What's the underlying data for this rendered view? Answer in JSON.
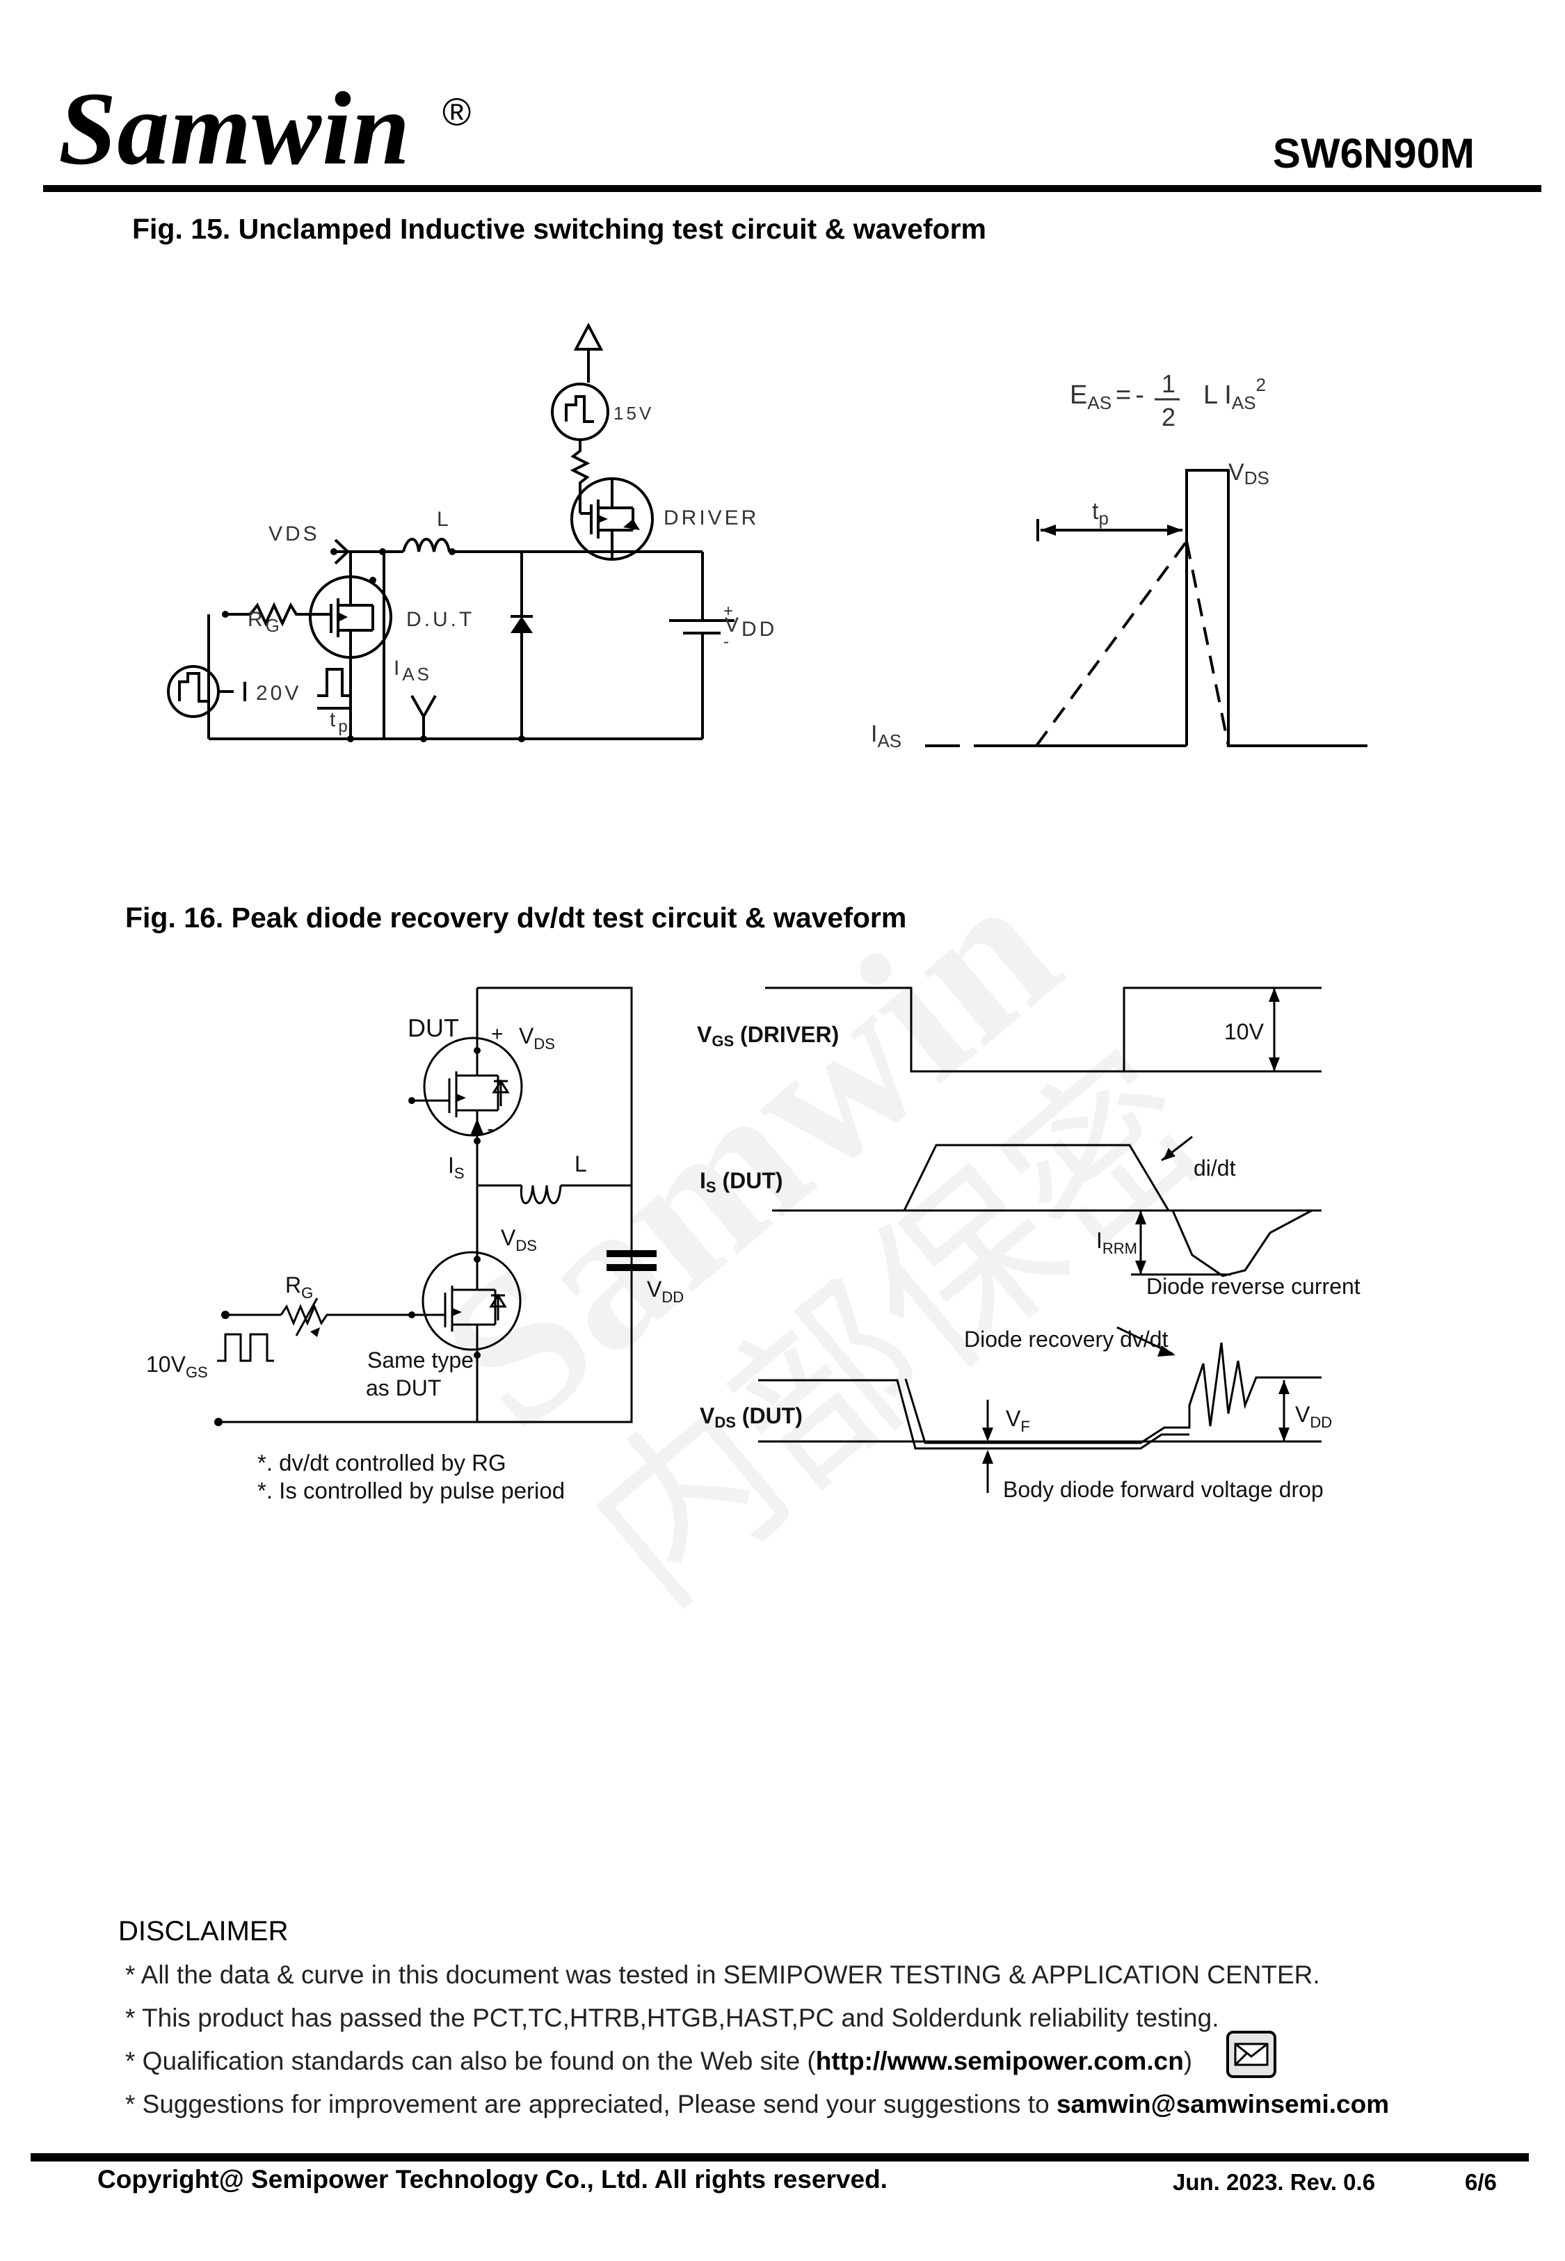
{
  "header": {
    "brand": "Samwin",
    "brand_mark": "®",
    "part_number": "SW6N90M"
  },
  "fig15": {
    "title": "Fig. 15. Unclamped Inductive switching test circuit & waveform",
    "labels": {
      "vds": "V",
      "vds_sub": "DS",
      "l": "L",
      "rg": "R",
      "rg_sub": "G",
      "dut": "D.U.T",
      "ias": "I",
      "ias_sub": "AS",
      "v20": "20V",
      "tp": "t",
      "tp_sub": "p",
      "v15": "15V",
      "driver": "DRIVER",
      "vdd": "V",
      "vdd_sub": "DD",
      "plus": "+",
      "minus": "-"
    },
    "waveform": {
      "eas_e": "E",
      "eas_sub": "AS",
      "eas_eq": "=",
      "eas_minus": "-",
      "eas_num": "1",
      "eas_den": "2",
      "eas_l": "L I",
      "eas_sq": "2",
      "vds": "V",
      "vds_sub": "DS",
      "tp": "t",
      "tp_sub": "p",
      "ias": "I",
      "ias_sub": "AS"
    }
  },
  "fig16": {
    "title": "Fig. 16. Peak diode recovery dv/dt test circuit & waveform",
    "circuit": {
      "dut": "DUT",
      "plus": "+",
      "minus": "-",
      "vds": "V",
      "vds_sub": "DS",
      "is": "I",
      "is_sub": "S",
      "l": "L",
      "vds2": "V",
      "vds2_sub": "DS",
      "rg": "R",
      "rg_sub": "G",
      "vdd": "V",
      "vdd_sub": "DD",
      "v10": "10V",
      "v10_sub": "GS",
      "same_type_1": "Same type",
      "same_type_2": "as DUT",
      "note_1": "*. dv/dt controlled by RG",
      "note_2": "*. Is controlled by pulse period"
    },
    "waveform": {
      "vgs": "V",
      "vgs_sub": "GS",
      "vgs_tail": " (DRIVER)",
      "v10": "10V",
      "is": "I",
      "is_sub": "S",
      "is_tail": " (DUT)",
      "didt": "di/dt",
      "irrm": "I",
      "irrm_sub": "RRM",
      "diode_rev": "Diode reverse current",
      "diode_rec": "Diode recovery dv/dt",
      "vds": "V",
      "vds_sub": "DS",
      "vds_tail": " (DUT)",
      "vf": "V",
      "vf_sub": "F",
      "vdd": "V",
      "vdd_sub": "DD",
      "body_diode": "Body diode forward voltage drop"
    }
  },
  "watermark": {
    "word": "Samwin",
    "cn": "内部保密"
  },
  "disclaimer": {
    "heading": "DISCLAIMER",
    "line1": "* All the data & curve in this document was tested in SEMIPOWER TESTING & APPLICATION CENTER.",
    "line2": "* This product has passed the PCT,TC,HTRB,HTGB,HAST,PC and Solderdunk reliability testing.",
    "line3_pre": "* Qualification standards can also be found on the Web site (",
    "line3_url": "http://www.semipower.com.cn",
    "line3_post": ")",
    "line4_pre": "* Suggestions for improvement are appreciated, Please send your suggestions to ",
    "line4_email": "samwin@samwinsemi.com"
  },
  "footer": {
    "copyright": "Copyright@ Semipower Technology Co., Ltd. All rights reserved.",
    "date_rev": "Jun. 2023. Rev. 0.6",
    "page": "6/6"
  }
}
